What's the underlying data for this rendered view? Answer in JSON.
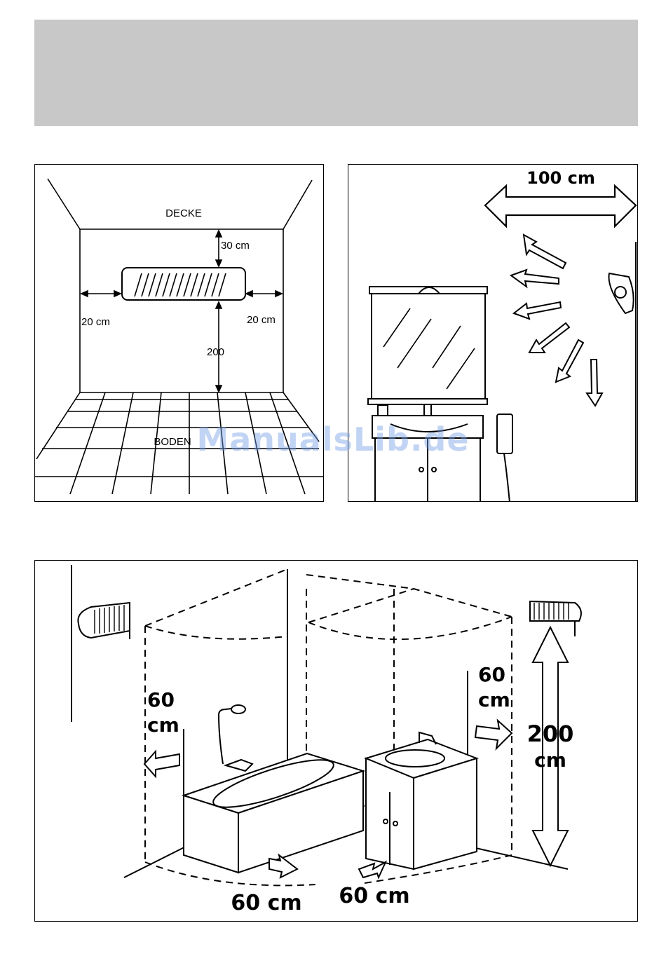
{
  "panel1": {
    "ceiling_label": "DECKE",
    "floor_label": "BODEN",
    "top_clearance": "30 cm",
    "left_clearance": "20 cm",
    "right_clearance": "20 cm",
    "height_label": "200"
  },
  "panel2": {
    "distance_label": "100 cm"
  },
  "panel3": {
    "left_value": "60",
    "left_unit": "cm",
    "right_value": "60",
    "right_unit": "cm",
    "height_value": "200",
    "height_unit": "cm",
    "bottom_left": "60 cm",
    "bottom_right": "60 cm"
  },
  "watermark": "ManualsLib.de"
}
